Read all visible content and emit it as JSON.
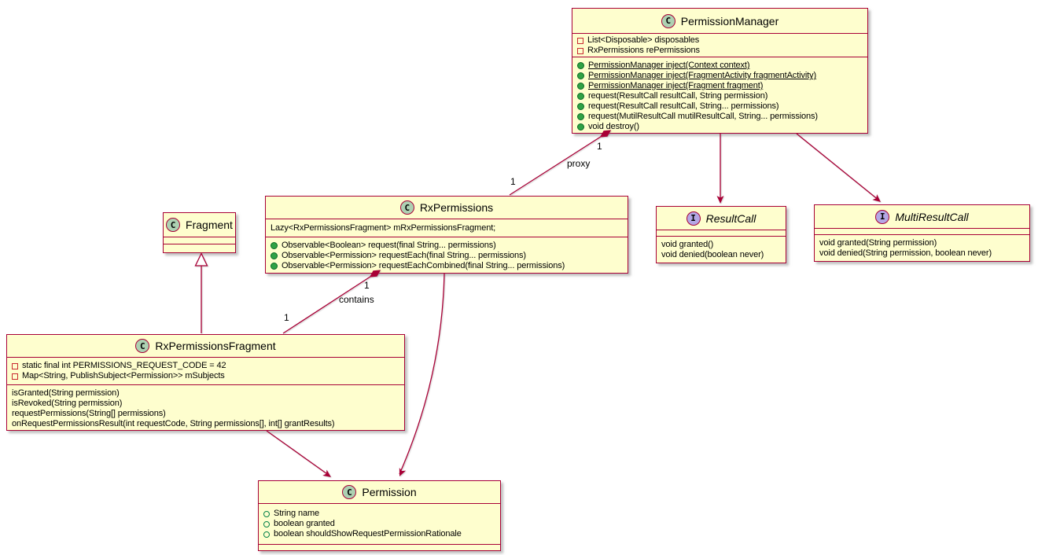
{
  "colors": {
    "box_fill": "#FEFECE",
    "line": "#A80036",
    "class_spot_fill": "#ADD1B2",
    "interface_spot_fill": "#B4A7E5",
    "private_icon": "#C82930",
    "public_icon": "#2FA246"
  },
  "classes": {
    "permissionManager": {
      "spot": "C",
      "title": "PermissionManager",
      "fields": [
        {
          "icon": "private",
          "text": "List<Disposable> disposables"
        },
        {
          "icon": "private",
          "text": "RxPermissions rePermissions"
        }
      ],
      "methods": [
        {
          "icon": "public",
          "text": "PermissionManager inject(Context context)",
          "underline": true
        },
        {
          "icon": "public",
          "text": "PermissionManager inject(FragmentActivity fragmentActivity)",
          "underline": true
        },
        {
          "icon": "public",
          "text": "PermissionManager inject(Fragment fragment)",
          "underline": true
        },
        {
          "icon": "public",
          "text": "request(ResultCall resultCall, String permission)"
        },
        {
          "icon": "public",
          "text": "request(ResultCall resultCall, String... permissions)"
        },
        {
          "icon": "public",
          "text": "request(MutilResultCall mutilResultCall, String... permissions)"
        },
        {
          "icon": "public",
          "text": "void destroy()"
        }
      ]
    },
    "rxPermissions": {
      "spot": "C",
      "title": "RxPermissions",
      "fields": [
        {
          "icon": "none",
          "text": "Lazy<RxPermissionsFragment> mRxPermissionsFragment;"
        }
      ],
      "methods": [
        {
          "icon": "public",
          "text": "Observable<Boolean> request(final String... permissions)"
        },
        {
          "icon": "public",
          "text": "Observable<Permission> requestEach(final String... permissions)"
        },
        {
          "icon": "public",
          "text": "Observable<Permission> requestEachCombined(final String... permissions)"
        }
      ]
    },
    "fragment": {
      "spot": "C",
      "title": "Fragment",
      "fields": [],
      "methods": []
    },
    "rxPermissionsFragment": {
      "spot": "C",
      "title": "RxPermissionsFragment",
      "fields": [
        {
          "icon": "private",
          "text": "static final int PERMISSIONS_REQUEST_CODE = 42"
        },
        {
          "icon": "private",
          "text": "Map<String, PublishSubject<Permission>> mSubjects"
        }
      ],
      "methods": [
        {
          "icon": "none",
          "text": "isGranted(String permission)"
        },
        {
          "icon": "none",
          "text": "isRevoked(String permission)"
        },
        {
          "icon": "none",
          "text": "requestPermissions(String[] permissions)"
        },
        {
          "icon": "none",
          "text": "onRequestPermissionsResult(int requestCode, String permissions[], int[] grantResults)"
        }
      ]
    },
    "permission": {
      "spot": "C",
      "title": "Permission",
      "fields": [
        {
          "icon": "publicField",
          "text": "String name"
        },
        {
          "icon": "publicField",
          "text": "boolean granted"
        },
        {
          "icon": "publicField",
          "text": "boolean shouldShowRequestPermissionRationale"
        }
      ],
      "methods": []
    },
    "resultCall": {
      "spot": "I",
      "title": "ResultCall",
      "fields": [],
      "methods": [
        {
          "icon": "none",
          "text": "void granted()"
        },
        {
          "icon": "none",
          "text": "void denied(boolean never)"
        }
      ]
    },
    "multiResultCall": {
      "spot": "I",
      "title": "MultiResultCall",
      "fields": [],
      "methods": [
        {
          "icon": "none",
          "text": "void granted(String permission)"
        },
        {
          "icon": "none",
          "text": "void denied(String permission, boolean never)"
        }
      ]
    }
  },
  "edges": {
    "proxy": {
      "label": "proxy",
      "pm_multiplicity": "1",
      "rx_multiplicity": "1"
    },
    "contains": {
      "label": "contains",
      "rx_multiplicity": "1",
      "fragment_multiplicity": "1"
    }
  }
}
